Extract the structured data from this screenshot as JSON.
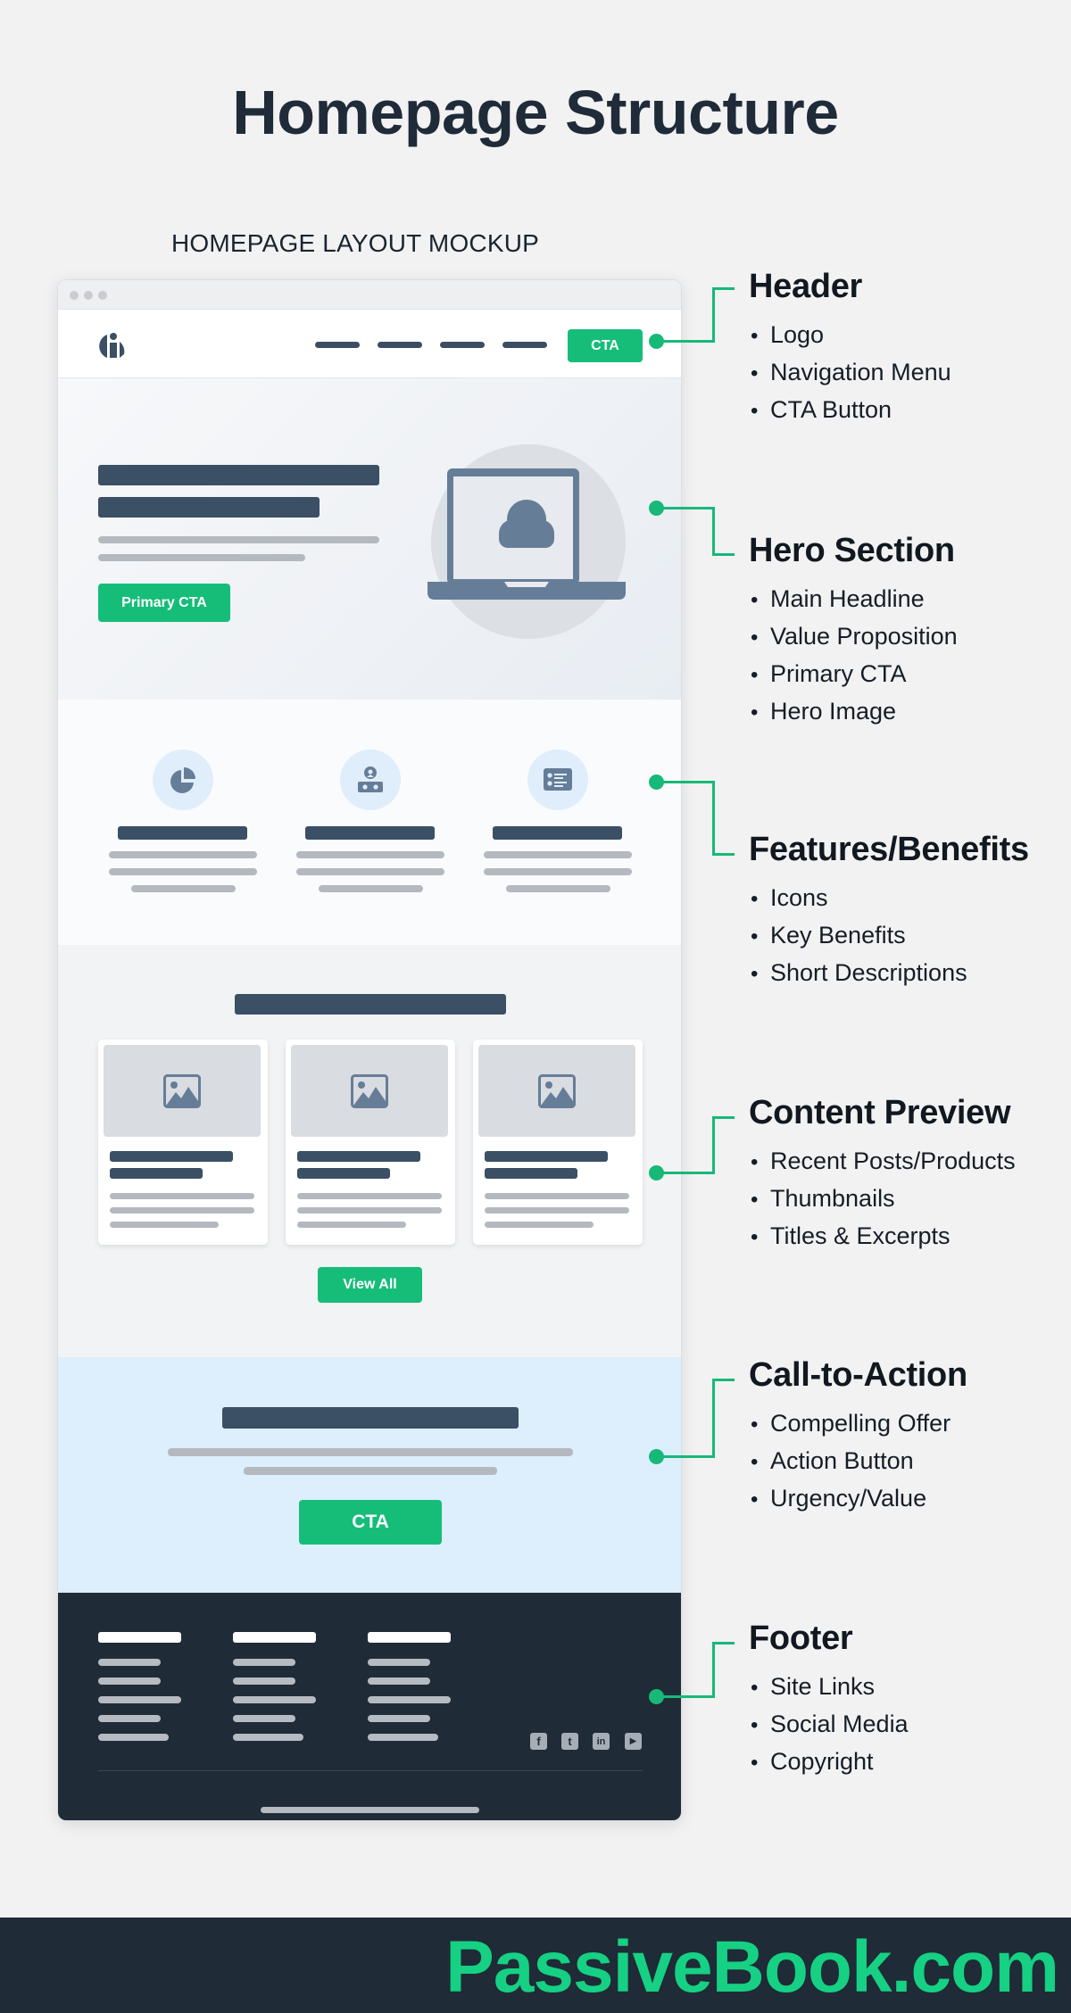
{
  "page": {
    "title": "Homepage Structure",
    "subtitle": "HOMEPAGE LAYOUT MOCKUP",
    "brand": "PassiveBook.com"
  },
  "colors": {
    "accent_green": "#15bd79",
    "dark_text_bar": "#3b4f65",
    "grey_text_bar": "#b4b9c0",
    "cta_band_bg": "#ddeefd",
    "footer_bg": "#1f2b37",
    "page_bg": "#f2f2f3",
    "brand_green": "#16d084"
  },
  "mockup": {
    "window_controls": [
      "dot",
      "dot",
      "dot"
    ],
    "header": {
      "logo_icon": "logo-icon",
      "nav_items_count": 4,
      "cta_label": "CTA"
    },
    "hero": {
      "primary_cta_label": "Primary CTA",
      "image_icon": "laptop-cloud-icon"
    },
    "features": {
      "items": [
        {
          "icon": "pie-chart-icon"
        },
        {
          "icon": "user-badge-icon"
        },
        {
          "icon": "list-card-icon"
        }
      ]
    },
    "content_preview": {
      "cards": [
        {
          "thumbnail_icon": "image-icon"
        },
        {
          "thumbnail_icon": "image-icon"
        },
        {
          "thumbnail_icon": "image-icon"
        }
      ],
      "view_all_label": "View All"
    },
    "cta_section": {
      "button_label": "CTA"
    },
    "footer": {
      "link_columns": 3,
      "social_icons": [
        "facebook-icon",
        "twitter-icon",
        "linkedin-icon",
        "youtube-icon"
      ],
      "social_glyphs": [
        "f",
        "t",
        "in",
        "▶"
      ]
    }
  },
  "annotations": [
    {
      "title": "Header",
      "items": [
        "Logo",
        "Navigation Menu",
        "CTA Button"
      ]
    },
    {
      "title": "Hero Section",
      "items": [
        "Main Headline",
        "Value Proposition",
        "Primary CTA",
        "Hero Image"
      ]
    },
    {
      "title": "Features/Benefits",
      "items": [
        "Icons",
        "Key Benefits",
        "Short Descriptions"
      ]
    },
    {
      "title": "Content Preview",
      "items": [
        "Recent Posts/Products",
        "Thumbnails",
        "Titles & Excerpts"
      ]
    },
    {
      "title": "Call-to-Action",
      "items": [
        "Compelling Offer",
        "Action Button",
        "Urgency/Value"
      ]
    },
    {
      "title": "Footer",
      "items": [
        "Site Links",
        "Social Media",
        "Copyright"
      ]
    }
  ]
}
